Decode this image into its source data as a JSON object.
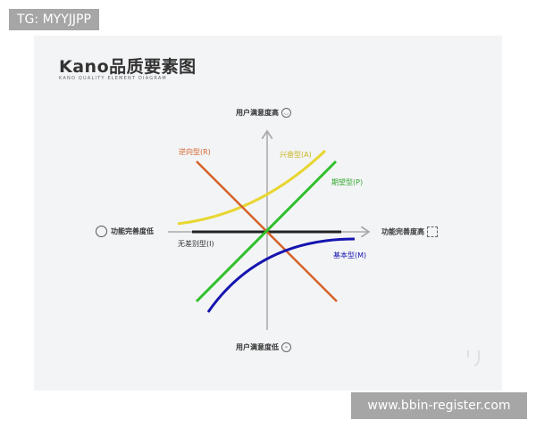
{
  "watermark_top": "TG: MYYJJPP",
  "watermark_bottom": "www.bbin-register.com",
  "header": {
    "title": "Kano品质要素图",
    "subtitle": "KANO QUALITY ELEMENT DIAGRAM"
  },
  "axes": {
    "y_top": "用户满意度高",
    "y_bottom": "用户满意度低",
    "x_left": "功能完善度低",
    "x_right": "功能完善度高"
  },
  "curves": [
    {
      "label": "逆向型(R)",
      "color": "#d4622a"
    },
    {
      "label": "兴奋型(A)",
      "color": "#e8d631"
    },
    {
      "label": "期望型(P)",
      "color": "#2fc02a"
    },
    {
      "label": "基本型(M)",
      "color": "#1515b0"
    },
    {
      "label": "无差别型(I)",
      "color": "#222222"
    }
  ]
}
